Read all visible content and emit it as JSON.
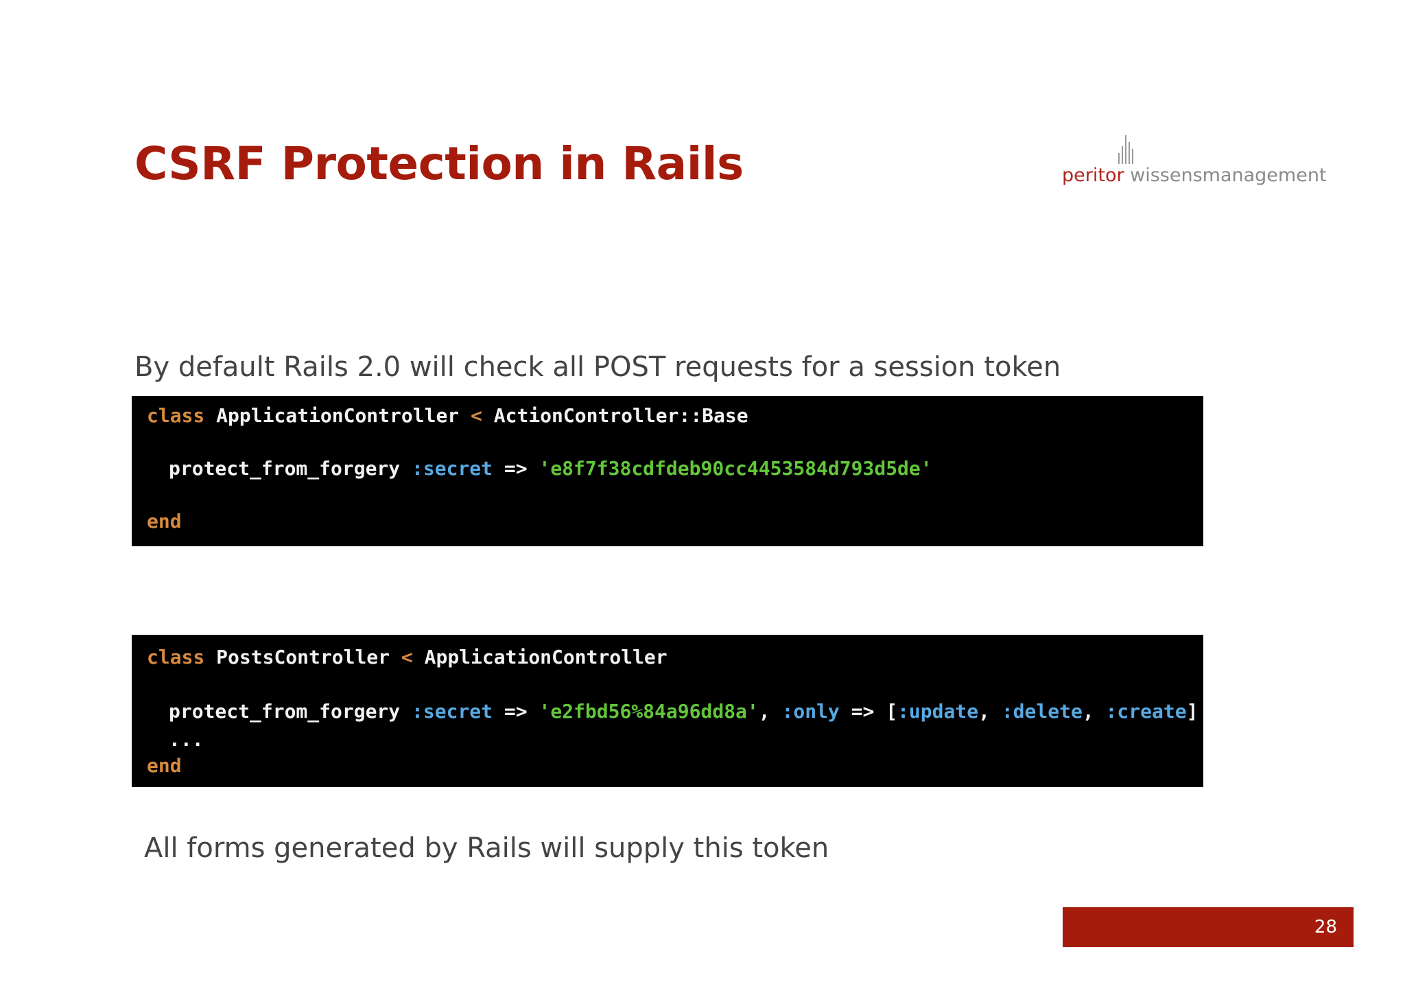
{
  "slide": {
    "title": "CSRF Protection in Rails",
    "intro": "By default Rails 2.0 will check all POST requests for a session token",
    "outro": "All forms generated by Rails will supply this token",
    "page_number": "28"
  },
  "logo": {
    "brand": "peritor",
    "suffix": "wissensmanagement"
  },
  "code_block_1": {
    "line1": {
      "kw": "class",
      "name": "ApplicationController",
      "op": "<",
      "parent": "ActionController::Base"
    },
    "line2": {
      "method": "protect_from_forgery",
      "sym": ":secret",
      "arrow": "=>",
      "str": "'e8f7f38cdfdeb90cc4453584d793d5de'"
    },
    "line3": {
      "kw": "end"
    }
  },
  "code_block_2": {
    "line1": {
      "kw": "class",
      "name": "PostsController",
      "op": "<",
      "parent": "ApplicationController"
    },
    "line2": {
      "method": "protect_from_forgery",
      "sym1": ":secret",
      "arrow1": "=>",
      "str": "'e2fbd56%84a96dd8a'",
      "comma1": ",",
      "sym2": ":only",
      "arrow2": "=>",
      "bracket_open": "[",
      "item1": ":update",
      "comma2": ",",
      "item2": ":delete",
      "comma3": ",",
      "item3": ":create",
      "bracket_close": "]"
    },
    "line3": {
      "text": "..."
    },
    "line4": {
      "kw": "end"
    }
  },
  "colors": {
    "accent": "#a51c0d",
    "keyword": "#d78a3e",
    "symbol": "#57a9e3",
    "string": "#62c73a"
  }
}
